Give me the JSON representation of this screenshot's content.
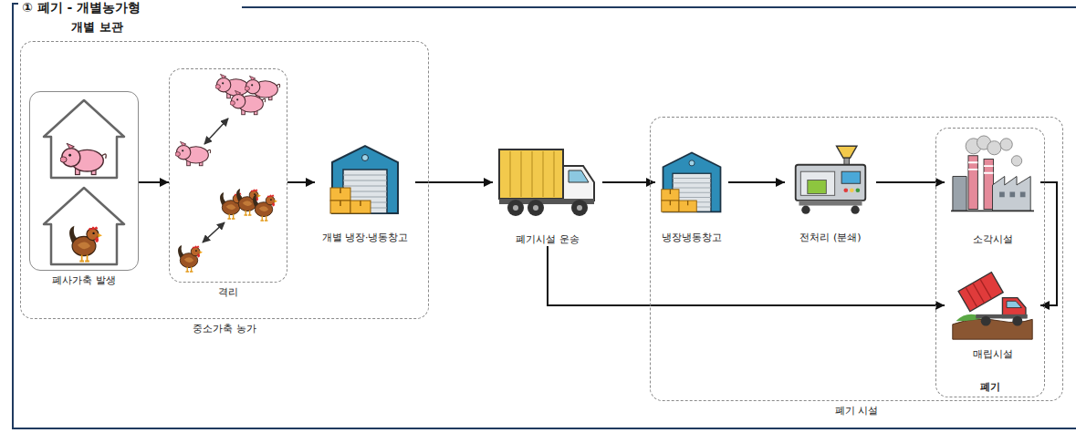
{
  "diagram": {
    "title": "① 폐기 - 개별농가형",
    "nodes": [
      {
        "text": [
          "중소가축 농가"
        ]
      },
      {
        "text": [
          "폐사가축 발생"
        ],
        "in": 0
      },
      {
        "text": [
          "격리"
        ],
        "in": 0
      },
      {
        "text": [
          "개별 냉장·냉동창고"
        ],
        "in": 0
      },
      {
        "text": [
          "폐기시설 운송"
        ]
      },
      {
        "text": [
          "폐기 시설"
        ]
      },
      {
        "text": [
          "냉장냉동창고"
        ],
        "in": 5
      },
      {
        "text": [
          "전처리 (분쇄)"
        ],
        "in": 5
      },
      {
        "text": [
          "폐기"
        ],
        "in": 5
      },
      {
        "text": [
          "소각시설"
        ],
        "in": 8
      },
      {
        "text": [
          "매립시설"
        ],
        "in": 8
      }
    ],
    "edges": [
      {
        "from": 1,
        "to": 2,
        "arrow": "to"
      },
      {
        "from": 2,
        "to": 3,
        "arrow": "to"
      },
      {
        "from": 3,
        "to": 4,
        "arrow": "to"
      },
      {
        "from": 4,
        "to": 6,
        "arrow": "to"
      },
      {
        "from": 6,
        "to": 7,
        "arrow": "to"
      },
      {
        "from": 7,
        "to": 9,
        "arrow": "to"
      },
      {
        "from": 9,
        "to": 10,
        "arrow": "to"
      },
      {
        "from": 4,
        "to": 10,
        "arrow": "to"
      }
    ],
    "labels": [
      "개별 보관"
    ]
  }
}
